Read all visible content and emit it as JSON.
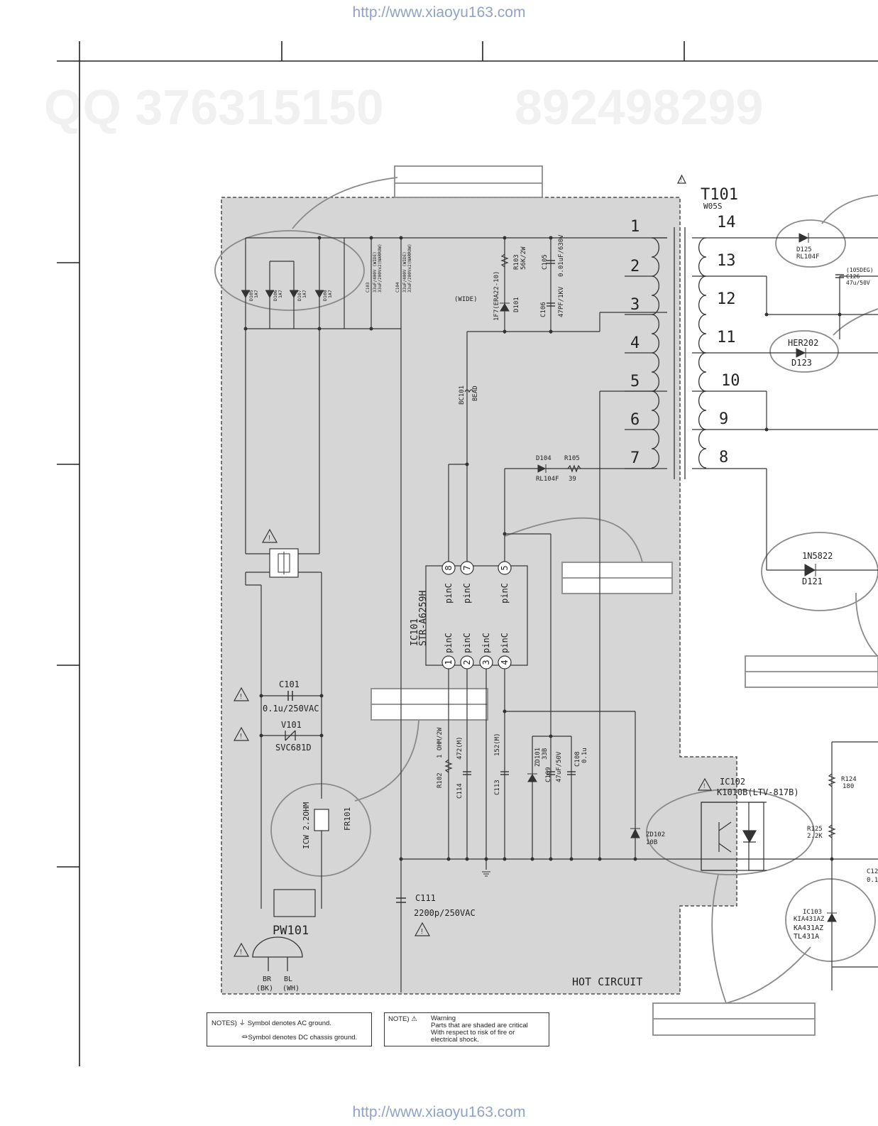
{
  "header": {
    "url": "http://www.xiaoyu163.com"
  },
  "footer": {
    "url": "http://www.xiaoyu163.com"
  },
  "watermarks": {
    "qq": "QQ 376315150",
    "qq2": "892498299"
  },
  "transformer": {
    "ref": "T101",
    "part": "W05S",
    "primary_pins": [
      "1",
      "2",
      "3",
      "4",
      "5",
      "6",
      "7"
    ],
    "secondary_pins": [
      "14",
      "13",
      "12",
      "11",
      "10",
      "9",
      "8"
    ]
  },
  "components": {
    "d105": "D105",
    "d106": "D106",
    "d107": "D107",
    "d108": "D108",
    "d1a7": "1A7",
    "c103": "C103",
    "c104": "C104",
    "c103_val": "33uF/400V (WIDE)",
    "c103_val2": "33uF/200Vx2(NARROW)",
    "r103": "R103",
    "r103_val": "56K/2W",
    "c105": "C105",
    "c105_val": "0.01uF/630V",
    "c106": "C106",
    "c106_val": "47PF/1KV",
    "d101": "D101",
    "d101_val": "1F7(ERA22-10)",
    "wide": "(WIDE)",
    "bc101": "BC101",
    "bead": "BEAD",
    "d104": "D104",
    "d104_val": "RL104F",
    "r105": "R105",
    "r105_val": "39",
    "ic101": "IC101",
    "ic101_part": "STR-A6259H",
    "pin_label": "pinC",
    "ic_pins_top": [
      "8",
      "7",
      "5"
    ],
    "ic_pins_bottom": [
      "1",
      "2",
      "3",
      "4"
    ],
    "c101": "C101",
    "c101_val": "0.1u/250VAC",
    "v101": "V101",
    "v101_val": "SVC681D",
    "r102": "R102",
    "r102_val": "1 OHM/2W",
    "c114": "C114",
    "c114_val": "472(M)",
    "c113": "C113",
    "c113_val": "152(M)",
    "zd101": "ZD101",
    "zd101_val": "33B",
    "c109": "C109",
    "c109_val": "47uF/50V",
    "c108": "C108",
    "c108_val": "0.1u",
    "fr101": "FR101",
    "fr101_val": "ICW 2.2OHM",
    "c111": "C111",
    "c111_val": "2200p/250VAC",
    "pw101": "PW101",
    "br": "BR",
    "bl": "BL",
    "bk": "(BK)",
    "wh": "(WH)",
    "zd102": "ZD102",
    "zd102_val": "10B",
    "ic102": "IC102",
    "ic102_part": "K1010B(LTV-817B)",
    "d125": "D125",
    "d125_val": "RL104F",
    "c126": "C126",
    "c126_val": "47u/50V",
    "c126_note": "(105DEG)",
    "d123_val": "HER202",
    "d123": "D123",
    "d121_val": "1N5822",
    "d121": "D121",
    "r124": "R124",
    "r124_val": "180",
    "r125": "R125",
    "r125_val": "2.2K",
    "c12x": "C12",
    "c12x_val": "0.1",
    "ic103": "IC103",
    "ic103_part": "KIA431AZ",
    "ic103_part2": "KA431AZ",
    "ic103_part3": "TL431A",
    "hot_circuit": "HOT CIRCUIT"
  },
  "notes": {
    "ground_prefix": "NOTES)",
    "ac_ground": "Symbol denotes AC ground.",
    "dc_ground": "Symbol denotes DC chassis ground.",
    "warning_prefix": "NOTE)",
    "warning_title": "Warning",
    "warning_line1": "Parts that are shaded are critical",
    "warning_line2": "With respect to risk of fire or",
    "warning_line3": "electrical shock."
  },
  "colors": {
    "hot_fill": "#d6d6d6",
    "line": "#333333",
    "callout": "#8a8a8a",
    "url": "#8fa3c8"
  }
}
